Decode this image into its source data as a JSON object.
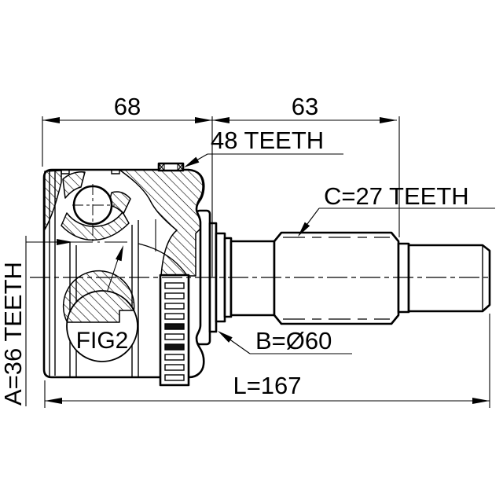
{
  "drawing": {
    "title": "cv-joint-outer-technical-drawing",
    "background": "#ffffff",
    "ink": "#000000",
    "dimensions": {
      "cup_width": "68",
      "shaft_width": "63",
      "total_length": "L=167"
    },
    "labels": {
      "abs_ring_teeth": "48 TEETH",
      "outer_spline_teeth": "C=27 TEETH",
      "inner_spline_teeth": "A=36 TEETH",
      "boot_diameter": "B=Ø60",
      "detail_reference": "FIG2"
    }
  }
}
